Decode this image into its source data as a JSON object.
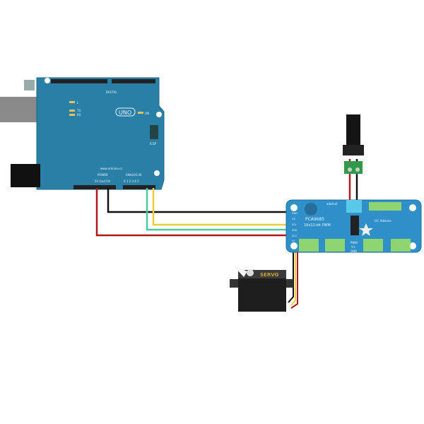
{
  "arduino": {
    "model": "UNO",
    "digital_label": "DIGITAL",
    "on_label": "ON",
    "icsp_label": "ICSP",
    "power_label": "POWER",
    "analog_label": "ANALOG IN",
    "website": "www.arduino.cc",
    "power_pins": "5V Gnd Vin",
    "analog_pins": "0 1 2 3 4 5",
    "led_l": "L",
    "led_tx": "TX",
    "led_rx": "RX"
  },
  "pca": {
    "brand": "adafruit",
    "chip": "PCA9685",
    "subtitle": "16x12-bit PWM",
    "i2c": "I2C Address",
    "pins_left": [
      "GND",
      "OE",
      "SCL",
      "SDA",
      "VCC",
      "V+"
    ],
    "pwm_label": "PWM",
    "vplus_label": "V+",
    "gnd_label": "GND"
  },
  "servo": {
    "label": "SERVO"
  },
  "colors": {
    "board": "#2a7fa6",
    "pca_board": "#2f8fc8",
    "wire_red": "#b01818",
    "wire_black": "#111111",
    "wire_yellow": "#e8cf3a",
    "wire_green": "#4fc8a0",
    "servo_label": "#c8a23a"
  }
}
